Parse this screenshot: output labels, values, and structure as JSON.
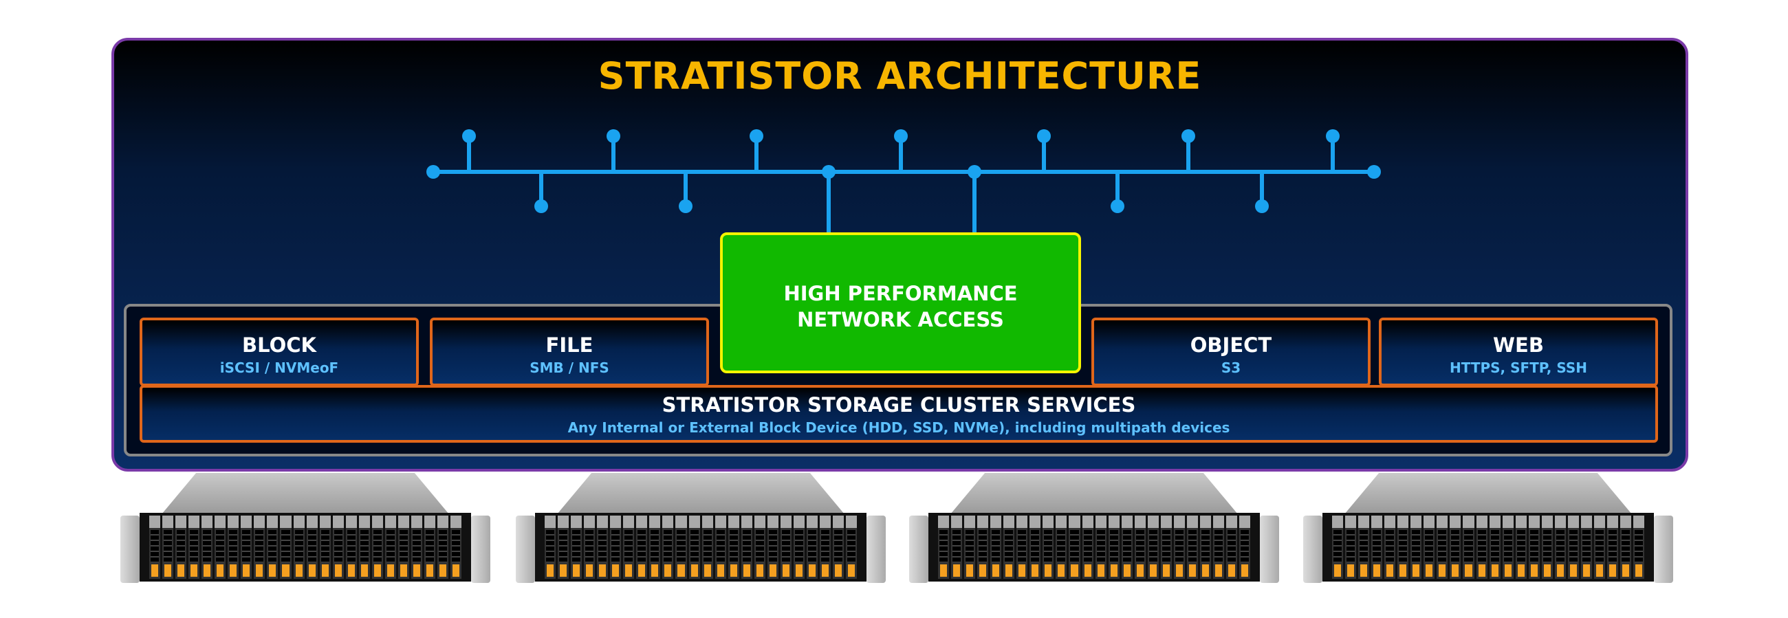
{
  "title": "STRATISTOR ARCHITECTURE",
  "network_box": {
    "line1": "HIGH PERFORMANCE",
    "line2": "NETWORK ACCESS"
  },
  "services": [
    {
      "name": "BLOCK",
      "protocols": "iSCSI / NVMeoF"
    },
    {
      "name": "FILE",
      "protocols": "SMB / NFS"
    },
    {
      "name": "OBJECT",
      "protocols": "S3"
    },
    {
      "name": "WEB",
      "protocols": "HTTPS, SFTP, SSH"
    }
  ],
  "cluster": {
    "title": "STRATISTOR STORAGE CLUSTER SERVICES",
    "subtitle": "Any Internal or External Block Device (HDD, SSD, NVMe), including multipath devices"
  },
  "servers": {
    "count": 4,
    "drive_bays": 24
  },
  "colors": {
    "title": "#f7b500",
    "network": "#1aa3f0",
    "green": "#11b900",
    "orange": "#e0661a",
    "panel_border": "#7a3aa8"
  }
}
